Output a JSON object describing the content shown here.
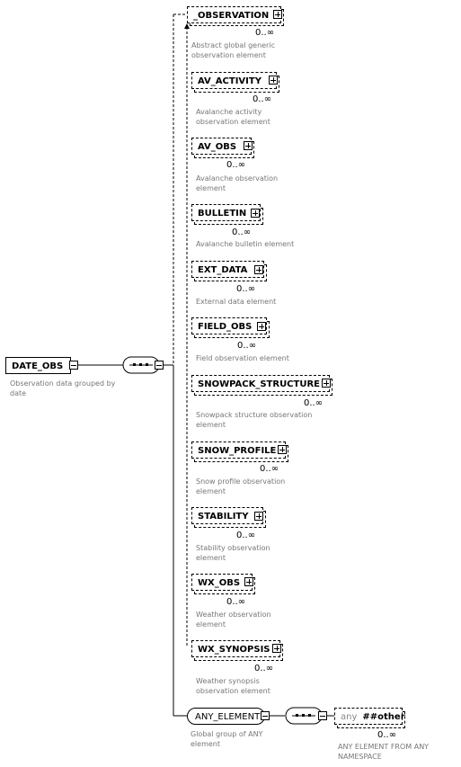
{
  "root": {
    "name": "DATE_OBS",
    "description": "Observation data grouped by date"
  },
  "children": [
    {
      "name": "_OBSERVATION",
      "cardinality": "0..∞",
      "description": "Abstract global generic observation element"
    },
    {
      "name": "AV_ACTIVITY",
      "cardinality": "0..∞",
      "description": "Avalanche activity observation element"
    },
    {
      "name": "AV_OBS",
      "cardinality": "0..∞",
      "description": "Avalanche observation element"
    },
    {
      "name": "BULLETIN",
      "cardinality": "0..∞",
      "description": "Avalanche bulletin element"
    },
    {
      "name": "EXT_DATA",
      "cardinality": "0..∞",
      "description": "External data element"
    },
    {
      "name": "FIELD_OBS",
      "cardinality": "0..∞",
      "description": "Field observation element"
    },
    {
      "name": "SNOWPACK_STRUCTURE",
      "cardinality": "0..∞",
      "description": "Snowpack structure observation element"
    },
    {
      "name": "SNOW_PROFILE",
      "cardinality": "0..∞",
      "description": "Snow profile observation element"
    },
    {
      "name": "STABILITY",
      "cardinality": "0..∞",
      "description": "Stability observation element"
    },
    {
      "name": "WX_OBS",
      "cardinality": "0..∞",
      "description": "Weather observation element"
    },
    {
      "name": "WX_SYNOPSIS",
      "cardinality": "0..∞",
      "description": "Weather synopsis observation element"
    }
  ],
  "group": {
    "name": "ANY_ELEMENT",
    "description": "Global group of ANY element"
  },
  "any": {
    "prefix": "any",
    "namespace": "##other",
    "cardinality": "0..∞",
    "description": "ANY ELEMENT FROM ANY NAMESPACE"
  }
}
